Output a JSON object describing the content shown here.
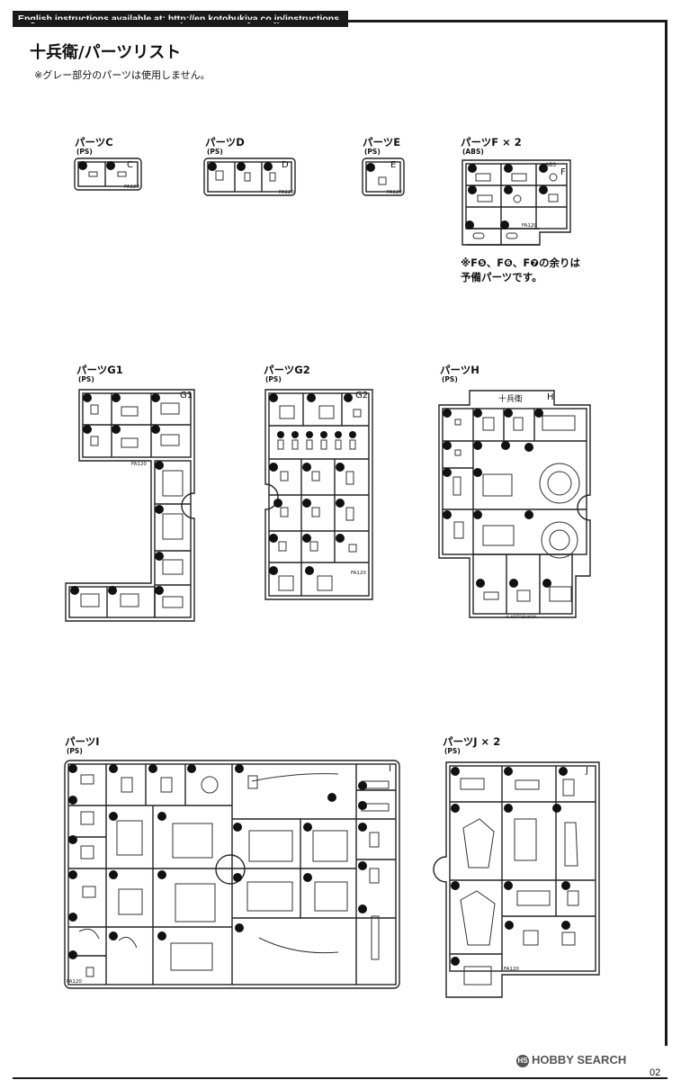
{
  "header": {
    "instructions": "English instructions available at: http://en.kotobukiya.co.jp/instructions"
  },
  "page": {
    "title": "十兵衛/パーツリスト",
    "note": "※グレー部分のパーツは使用しません。",
    "page_number": "02"
  },
  "sprues": {
    "C": {
      "label": "パーツC",
      "material": "(PS)",
      "tag": "C",
      "code": "FA120"
    },
    "D": {
      "label": "パーツD",
      "material": "(PS)",
      "tag": "D",
      "code": "FA120"
    },
    "E": {
      "label": "パーツE",
      "material": "(PS)",
      "tag": "E",
      "code": "FA120"
    },
    "F": {
      "label": "パーツF × 2",
      "material": "(ABS)",
      "tag": "F",
      "tag_small": "ABS",
      "code": "FA120",
      "note_line1": "※F❺、F❻、F❼の余りは",
      "note_line2": "予備パーツです。"
    },
    "G1": {
      "label": "パーツG1",
      "material": "(PS)",
      "tag": "G1",
      "code": "FA120"
    },
    "G2": {
      "label": "パーツG2",
      "material": "(PS)",
      "tag": "G2",
      "code": "FA120"
    },
    "H": {
      "label": "パーツH",
      "material": "(PS)",
      "tag": "H",
      "name_tag": "十兵衛",
      "maker": "© KOTOBUKIYA"
    },
    "I": {
      "label": "パーツI",
      "material": "(PS)",
      "tag": "I",
      "code": "FA120"
    },
    "J": {
      "label": "パーツJ × 2",
      "material": "(PS)",
      "tag": "J",
      "code": "FA120"
    }
  },
  "footer": {
    "logo": "HOBBY SEARCH",
    "mark": "HS"
  }
}
